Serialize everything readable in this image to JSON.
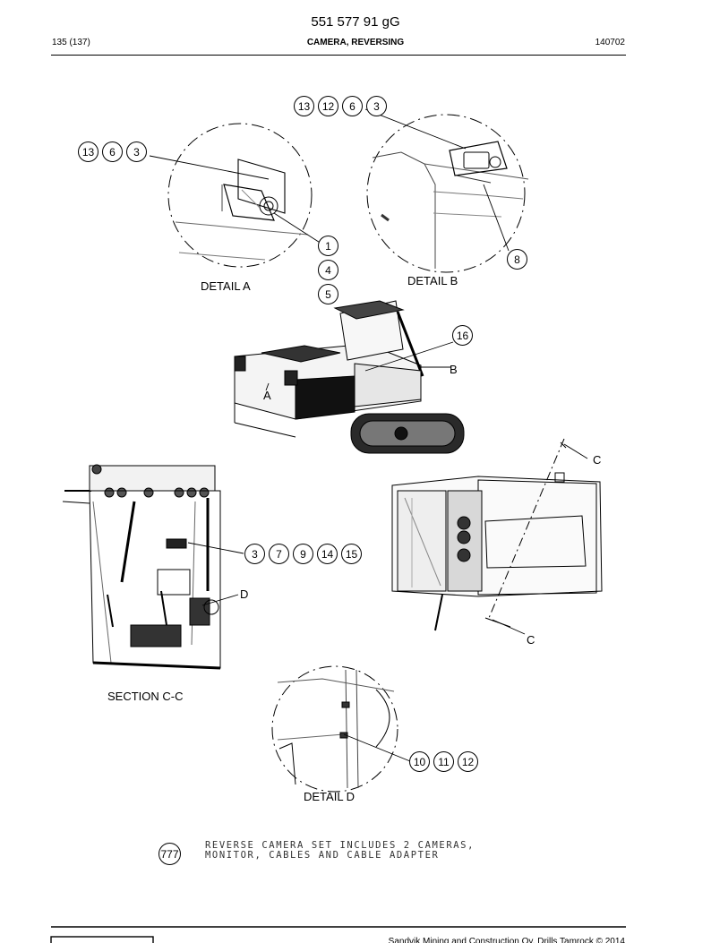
{
  "header": {
    "doc_number": "551 577 91 gG",
    "page": "135 (137)",
    "section_title": "CAMERA, REVERSING",
    "code": "140702"
  },
  "views": {
    "detail_a": "DETAIL A",
    "detail_b": "DETAIL B",
    "section_cc": "SECTION C-C",
    "detail_d": "DETAIL D",
    "ref_a": "A",
    "ref_b": "B",
    "ref_c_top": "C",
    "ref_c_bottom": "C",
    "ref_d": "D"
  },
  "callouts": {
    "detail_a_group": [
      "13",
      "6",
      "3"
    ],
    "detail_b_group": [
      "13",
      "12",
      "6",
      "3"
    ],
    "detail_b_single": "8",
    "stack": [
      "1",
      "4",
      "5"
    ],
    "machine_single": "16",
    "section_group": [
      "3",
      "7",
      "9",
      "14",
      "15"
    ],
    "detail_d_group": [
      "10",
      "11",
      "12"
    ]
  },
  "note": {
    "ref": "777",
    "line1": "REVERSE CAMERA SET INCLUDES 2 CAMERAS,",
    "line2": "MONITOR, CABLES AND CABLE ADAPTER"
  },
  "footer": {
    "copyright": "Sandvik Mining and Construction Oy, Drills Tamrock © 2014"
  }
}
